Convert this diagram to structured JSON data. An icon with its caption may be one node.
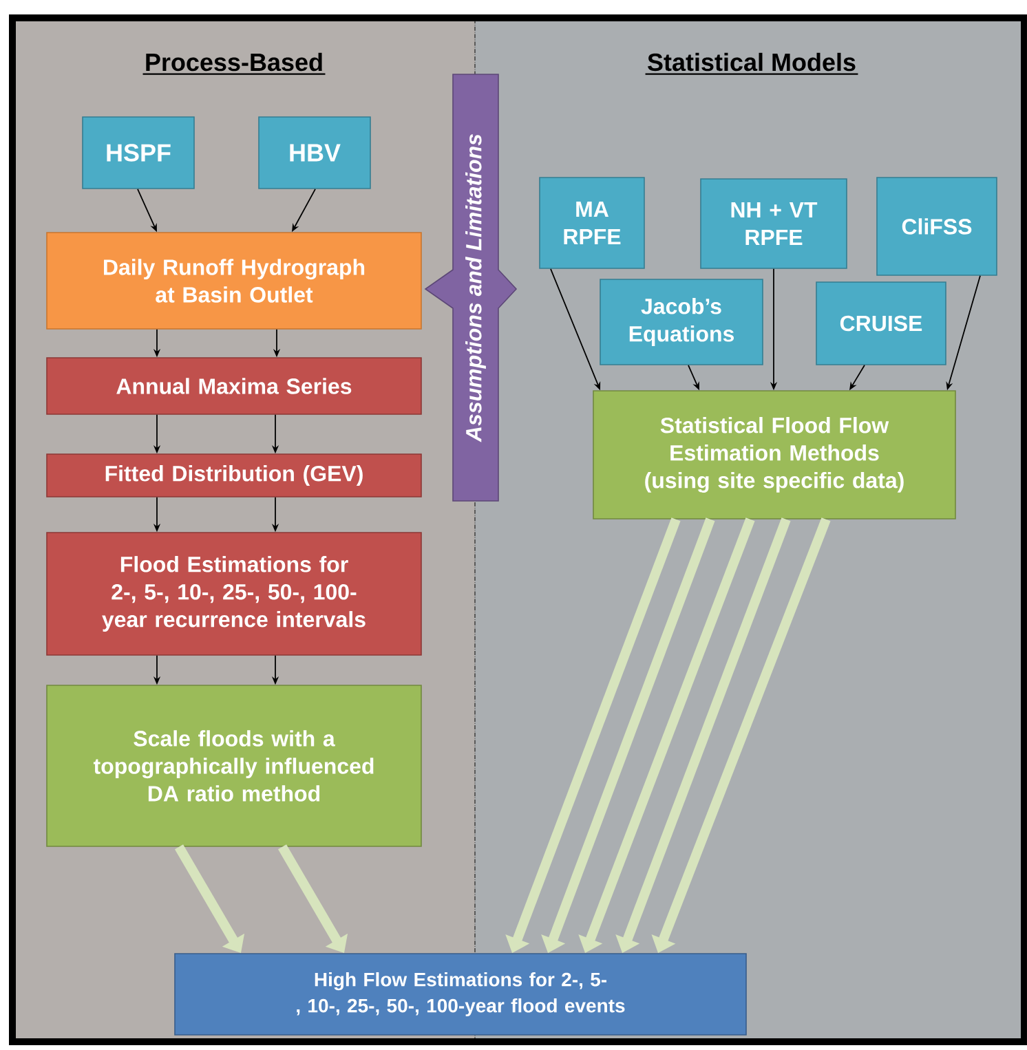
{
  "diagram": {
    "nodes": [
      {
        "text": [
          "HSPF"
        ]
      },
      {
        "text": [
          "HBV"
        ]
      },
      {
        "text": [
          "Daily Runoff Hydrograph at Basin Outlet"
        ]
      },
      {
        "text": [
          "Annual Maxima Series"
        ]
      },
      {
        "text": [
          "Fitted Distribution (GEV)"
        ]
      },
      {
        "text": [
          "Flood Estimations for 2-, 5-, 10-, 25-, 50-, 100-year recurrence intervals"
        ]
      },
      {
        "text": [
          "Scale floods with a topographically influenced DA ratio method"
        ]
      },
      {
        "text": [
          "Assumptions and Limitations"
        ]
      },
      {
        "text": [
          "MA RPFE"
        ]
      },
      {
        "text": [
          "NH + VT RPFE"
        ]
      },
      {
        "text": [
          "CliFSS"
        ]
      },
      {
        "text": [
          "Jacob’s Equations"
        ]
      },
      {
        "text": [
          "CRUISE"
        ]
      },
      {
        "text": [
          "Statistical Flood Flow Estimation Methods (using site specific data)"
        ]
      },
      {
        "text": [
          "High Flow Estimations for 2-, 5-, 10-, 25-, 50-, 100-year flood events"
        ]
      }
    ],
    "edges": [
      {
        "from": 0,
        "to": 2,
        "arrow": "to"
      },
      {
        "from": 1,
        "to": 2,
        "arrow": "to"
      },
      {
        "from": 2,
        "to": 3,
        "arrow": "to"
      },
      {
        "from": 2,
        "to": 3,
        "arrow": "to"
      },
      {
        "from": 3,
        "to": 4,
        "arrow": "to"
      },
      {
        "from": 3,
        "to": 4,
        "arrow": "to"
      },
      {
        "from": 4,
        "to": 5,
        "arrow": "to"
      },
      {
        "from": 4,
        "to": 5,
        "arrow": "to"
      },
      {
        "from": 5,
        "to": 6,
        "arrow": "to"
      },
      {
        "from": 5,
        "to": 6,
        "arrow": "to"
      },
      {
        "from": 6,
        "to": 14,
        "arrow": "to",
        "style": "thick",
        "color": "#d7e4bd"
      },
      {
        "from": 6,
        "to": 14,
        "arrow": "to",
        "style": "thick",
        "color": "#d7e4bd"
      },
      {
        "from": 8,
        "to": 13,
        "arrow": "to"
      },
      {
        "from": 11,
        "to": 13,
        "arrow": "to"
      },
      {
        "from": 9,
        "to": 13,
        "arrow": "to"
      },
      {
        "from": 12,
        "to": 13,
        "arrow": "to"
      },
      {
        "from": 10,
        "to": 13,
        "arrow": "to"
      },
      {
        "from": 13,
        "to": 14,
        "arrow": "to",
        "style": "thick",
        "color": "#d7e4bd"
      },
      {
        "from": 13,
        "to": 14,
        "arrow": "to",
        "style": "thick",
        "color": "#d7e4bd"
      },
      {
        "from": 13,
        "to": 14,
        "arrow": "to",
        "style": "thick",
        "color": "#d7e4bd"
      },
      {
        "from": 13,
        "to": 14,
        "arrow": "to",
        "style": "thick",
        "color": "#d7e4bd"
      },
      {
        "from": 13,
        "to": 14,
        "arrow": "to",
        "style": "thick",
        "color": "#d7e4bd"
      }
    ],
    "labels": [
      "Process-Based",
      "Statistical Models"
    ]
  }
}
